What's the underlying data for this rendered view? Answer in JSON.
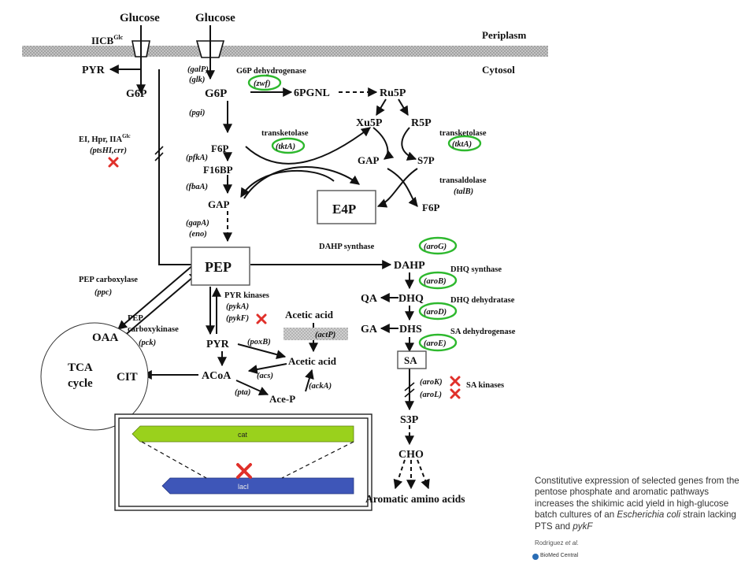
{
  "compartments": {
    "periplasm": "Periplasm",
    "cytosol": "Cytosol"
  },
  "metabolites": {
    "glucose_left": "Glucose",
    "glucose_right": "Glucose",
    "iicb_base": "IICB",
    "iicb_sup": "Glc",
    "pyr_top": "PYR",
    "g6p_left": "G6P",
    "g6p_main": "G6P",
    "pgnl": "6PGNL",
    "ru5p": "Ru5P",
    "xu5p": "Xu5P",
    "r5p": "R5P",
    "f6p": "F6P",
    "f16bp": "F16BP",
    "gap_main": "GAP",
    "gap_right": "GAP",
    "s7p": "S7P",
    "f6p_right": "F6P",
    "e4p": "E4P",
    "pep": "PEP",
    "dahp": "DAHP",
    "qa": "QA",
    "dhq": "DHQ",
    "ga": "GA",
    "dhs": "DHS",
    "sa": "SA",
    "s3p": "S3P",
    "cho": "CHO",
    "aromatic": "Aromatic amino acids",
    "oaa": "OAA",
    "cit": "CIT",
    "tca1": "TCA",
    "tca2": "cycle",
    "pyr": "PYR",
    "acoa": "ACoA",
    "acetic_ext": "Acetic acid",
    "acetic": "Acetic acid",
    "acep": "Ace-P"
  },
  "enzymes": {
    "g6p_dh": "G6P dehydrogenase",
    "tk1": "transketolase",
    "tk2": "transketolase",
    "transaldolase": "transaldolase",
    "pts_line1": "EI, Hpr, IIA",
    "pts_sup": "Glc",
    "dahp_synthase": "DAHP synthase",
    "dhq_synthase": "DHQ synthase",
    "dhq_dehydratase": "DHQ dehydratase",
    "sa_dh": "SA dehydrogenase",
    "sa_kinases": "SA kinases",
    "pep_carboxylase": "PEP carboxylase",
    "pep_ck1": "PEP",
    "pep_ck2": "carboxykinase",
    "pyr_kinases": "PYR kinases"
  },
  "genes": {
    "galp": "(galP)",
    "glk": "(glk)",
    "pgi": "(pgi)",
    "pfka": "(pfkA)",
    "fbaa": "(fbaA)",
    "gapa": "(gapA)",
    "eno": "(eno)",
    "zwf": "(zwf)",
    "tkta1": "(tktA)",
    "tkta2": "(tktA)",
    "talb": "(talB)",
    "ptshi": "(ptsHI,crr)",
    "arog": "(aroG)",
    "arob": "(aroB)",
    "arod": "(aroD)",
    "aroe": "(aroE)",
    "arok": "(aroK)",
    "arol": "(aroL)",
    "ppc": "(ppc)",
    "pck": "(pck)",
    "pyka": "(pykA)",
    "pykf": "(pykF)",
    "poxb": "(poxB)",
    "acs": "(acs)",
    "pta": "(pta)",
    "acka": "(ackA)",
    "actp": "(actP)"
  },
  "insert": {
    "cat": "cat",
    "laci": "lacI"
  },
  "caption": {
    "text_before": "Constitutive expression of selected genes from the pentose phosphate and aromatic pathways increases the shikimic acid yield in high-glucose batch cultures of an ",
    "species": "Escherichia coli",
    "text_mid": " strain lacking PTS and ",
    "gene": "pykF",
    "author": "Rodriguez",
    "author_etal": " et al."
  },
  "publisher": "BioMed Central",
  "colors": {
    "highlight": "#2db82d",
    "knockout": "#e0302a",
    "cat_bar": "#9ad11c",
    "laci_bar": "#3e56b8",
    "membrane": "#b0b0b0"
  }
}
